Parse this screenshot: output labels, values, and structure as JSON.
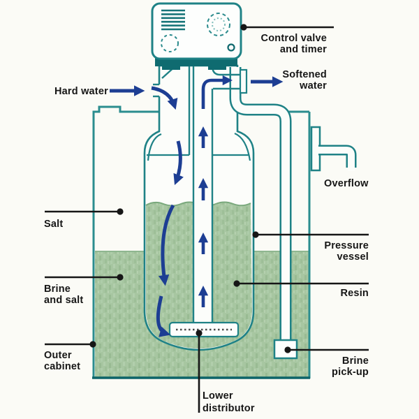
{
  "diagram_type": "water-softener-cutaway",
  "labels": {
    "control_valve": [
      "Control valve",
      "and timer"
    ],
    "hard_water": "Hard water",
    "softened_water": [
      "Softened",
      "water"
    ],
    "overflow": "Overflow",
    "salt": "Salt",
    "brine_and_salt": [
      "Brine",
      "and salt"
    ],
    "outer_cabinet": [
      "Outer",
      "cabinet"
    ],
    "pressure_vessel": [
      "Pressure",
      "vessel"
    ],
    "resin": "Resin",
    "brine_pickup": [
      "Brine",
      "pick-up"
    ],
    "lower_distributor": [
      "Lower",
      "distributor"
    ]
  },
  "colors": {
    "outline_teal": "#1f8286",
    "dark_teal": "#0f6b70",
    "cabinet_teal": "#2b8d8f",
    "fill_green": "#a7c6a1",
    "arrow_blue": "#1d3e93",
    "callout_black": "#161616",
    "background": "#fbfbf6"
  }
}
